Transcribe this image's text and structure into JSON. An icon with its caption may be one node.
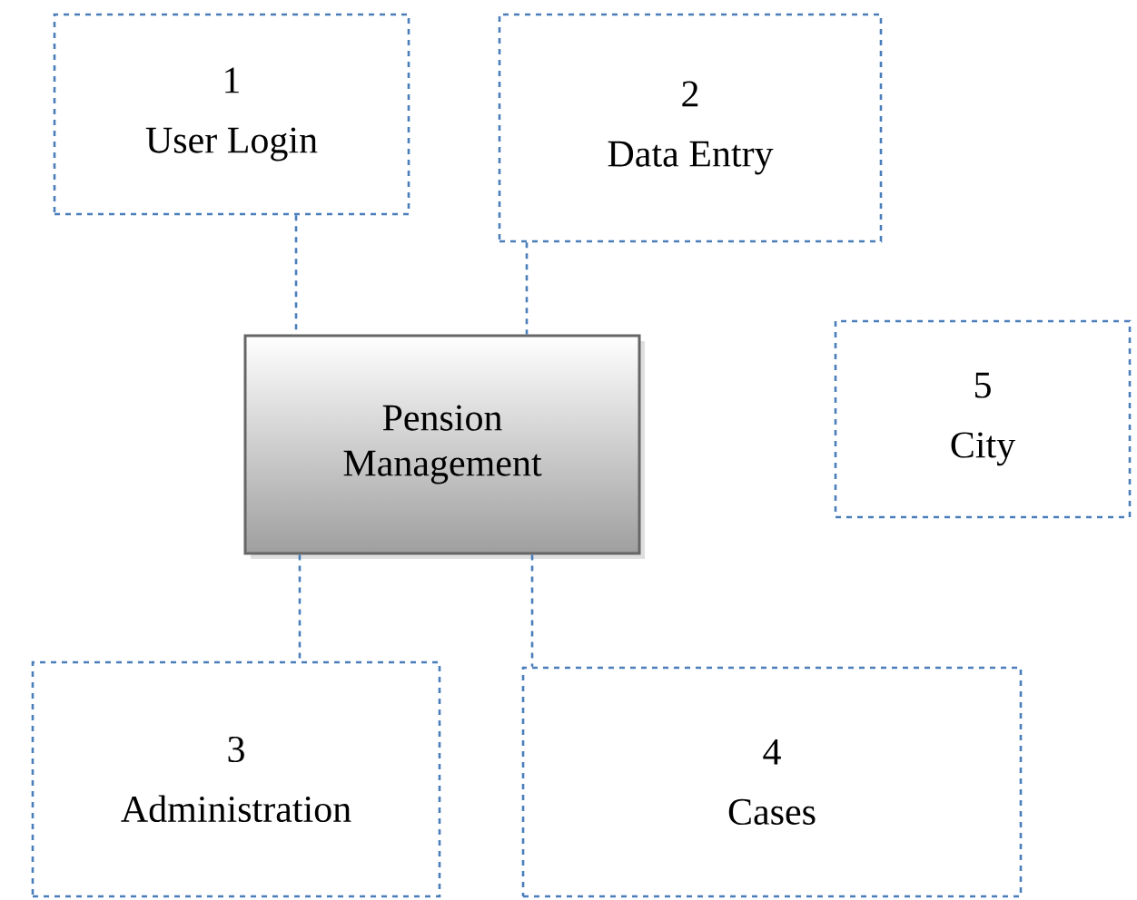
{
  "diagram": {
    "nodes": [
      {
        "text": [
          "1",
          "User Login"
        ]
      },
      {
        "text": [
          "2",
          "Data Entry"
        ]
      },
      {
        "text": [
          "Pension Management"
        ]
      },
      {
        "text": [
          "3",
          "Administration"
        ]
      },
      {
        "text": [
          "4",
          "Cases"
        ]
      },
      {
        "text": [
          "5",
          "City"
        ]
      }
    ],
    "edges": [
      {
        "from": 0,
        "to": 2,
        "arrow": "none",
        "style": "dashed"
      },
      {
        "from": 1,
        "to": 2,
        "arrow": "none",
        "style": "dashed"
      },
      {
        "from": 2,
        "to": 3,
        "arrow": "none",
        "style": "dashed"
      },
      {
        "from": 2,
        "to": 4,
        "arrow": "none",
        "style": "dashed"
      }
    ]
  }
}
